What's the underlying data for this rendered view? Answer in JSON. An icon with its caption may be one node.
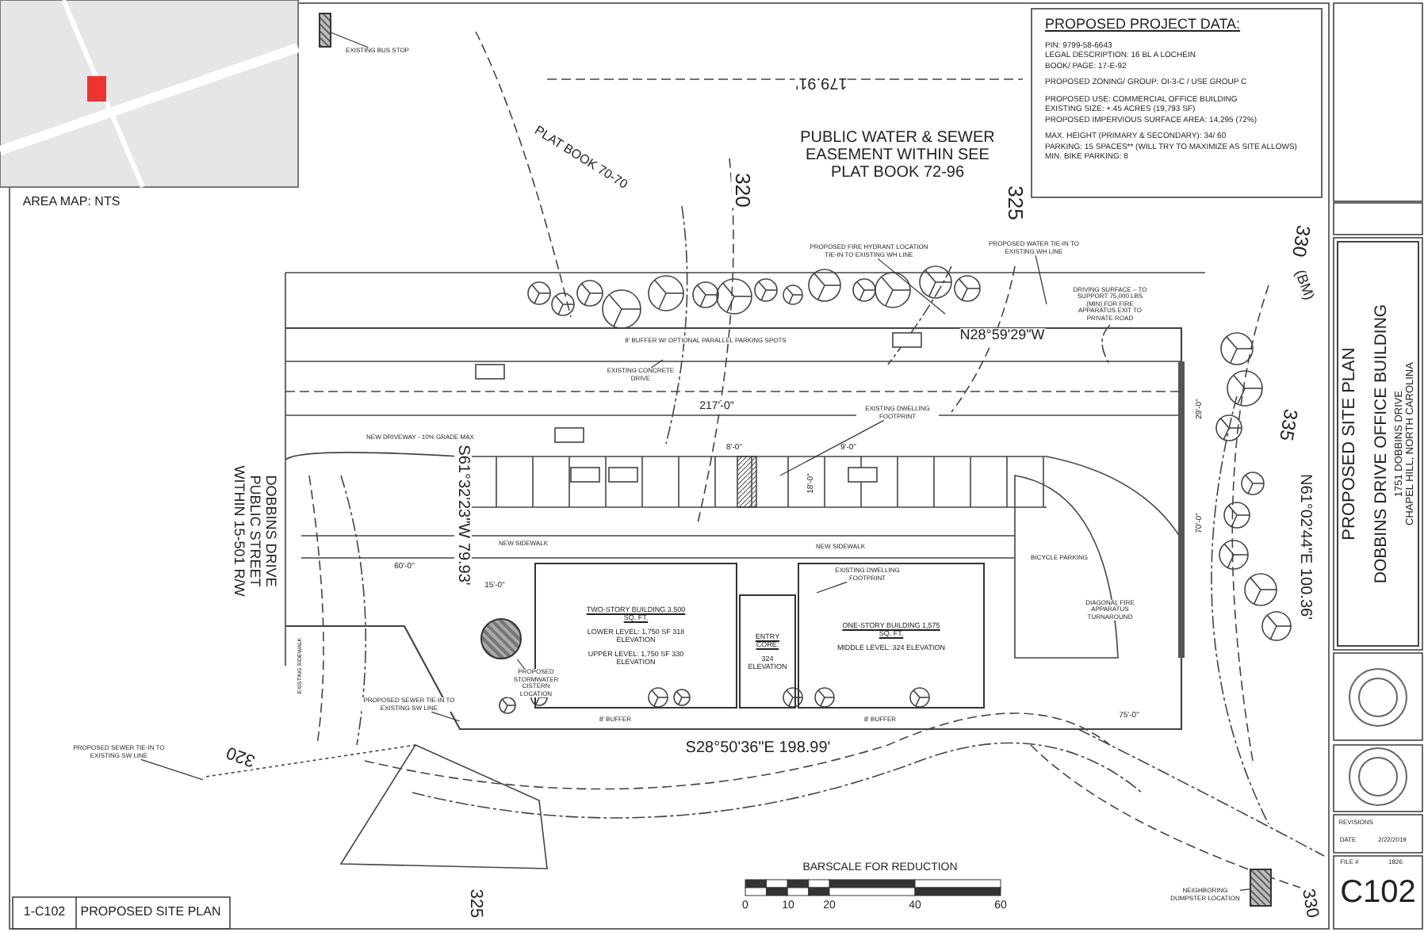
{
  "diagram": {
    "nodes": [
      {
        "text": [
          "PROPOSED PROJECT DATA:",
          "PIN: 9799-58-6643",
          "LEGAL DESCRIPTION: 16 BL A LOCHEIN",
          "BOOK/ PAGE: 17-E-92",
          "PROPOSED ZONING/ GROUP: OI-3-C / USE GROUP C",
          "PROPOSED USE: COMMERCIAL OFFICE BUILDING",
          "EXISTING SIZE: +.45 ACRES (19,793 SF)",
          "PROPOSED IMPERVIOUS SURFACE AREA: 14,295 (72%)",
          "MAX. HEIGHT (PRIMARY & SECONDARY): 34/ 60",
          "PARKING: 15 SPACES** (WILL TRY TO MAXIMIZE AS SITE ALLOWS)",
          "MIN. BIKE PARKING: 8"
        ]
      },
      {
        "text": [
          "PROPOSED SITE PLAN",
          "DOBBINS DRIVE OFFICE BUILDING",
          "1751 DOBBINS DRIVE",
          "CHAPEL HILL, NORTH CAROLINA"
        ]
      },
      {
        "text": [
          "TWO-STORY BUILDING 3,500 SQ. FT.",
          "LOWER LEVEL: 1,750 SF 318 ELEVATION",
          "UPPER LEVEL: 1,750 SF 330 ELEVATION"
        ]
      },
      {
        "text": [
          "ENTRY CORE:",
          "324 ELEVATION"
        ]
      },
      {
        "text": [
          "ONE-STORY BUILDING 1,575 SQ. FT.",
          "MIDDLE LEVEL: 324 ELEVATION"
        ]
      },
      {
        "text": [],
        "shape": "circle"
      },
      {
        "text": [
          "PROPOSED STORMWATER CISTERN LOCATION"
        ]
      },
      {
        "text": [
          "EXISTING BUS STOP"
        ]
      },
      {
        "text": [],
        "shape": "box"
      },
      {
        "text": [
          "EXISTING CONCRETE DRIVE"
        ]
      },
      {
        "text": [
          "EXISTING DWELLING FOOTPRINT"
        ]
      },
      {
        "text": [
          "EXISTING DWELLING FOOTPRINT"
        ],
        "in": 4
      },
      {
        "text": [
          "PROPOSED SEWER TIE-IN TO EXISTING SW LINE"
        ]
      },
      {
        "text": [
          "PROPOSED SEWER TIE-IN TO EXISTING SW LINE"
        ]
      },
      {
        "text": [
          "NEIGHBORING DUMPSTER LOCATION"
        ]
      },
      {
        "text": [],
        "shape": "box"
      },
      {
        "text": [
          "PROPOSED FIRE HYDRANT LOCATION TIE-IN TO EXISTING WH LINE"
        ]
      },
      {
        "text": [
          "PROPOSED WATER TIE-IN TO EXISTING WH LINE"
        ]
      }
    ],
    "edges": [
      {
        "from": 6,
        "to": 5,
        "arrow": "none"
      },
      {
        "from": 7,
        "to": 8,
        "arrow": "none"
      },
      {
        "from": 9,
        "to": null,
        "arrow": "none"
      },
      {
        "from": 10,
        "to": null,
        "arrow": "none"
      },
      {
        "from": 11,
        "to": null,
        "arrow": "none"
      },
      {
        "from": 12,
        "to": null,
        "arrow": "none"
      },
      {
        "from": 13,
        "to": null,
        "arrow": "none"
      },
      {
        "from": 14,
        "to": 15,
        "arrow": "none"
      },
      {
        "from": 16,
        "to": null,
        "arrow": "none"
      },
      {
        "from": 17,
        "to": null,
        "arrow": "none"
      }
    ],
    "labels": [
      "AREA MAP: NTS",
      "PUBLIC WATER & SEWER EASEMENT WITHIN SEE PLAT BOOK 72-96",
      "PLAT BOOK 70-70",
      "179.91'",
      "320",
      "325",
      "330",
      "(BM)",
      "335",
      "N28°59'29\"W",
      "217'-0\"",
      "NEW DRIVEWAY - 10% GRADE MAX",
      "NEW SIDEWALK",
      "NEW SIDEWALK",
      "S61°32'23\"W 79.93'",
      "60'-0\"",
      "15'-0\"",
      "N61°02'44\"E 100.36'",
      "S28°50'36\"E 198.99'",
      "75'-0\"",
      "70'-0\"",
      "29'-0\"",
      "18'-0\"",
      "8'-0\"",
      "9'-0\"",
      "DOBBINS DRIVE PUBLIC STREET WITHIN 15-501 R/W",
      "8' BUFFER W/ OPTIONAL PARALLEL PARKING SPOTS",
      "8' BUFFER",
      "8' BUFFER",
      "BICYCLE PARKING",
      "DRIVING SURFACE – TO SUPPORT 75,000 LBS (MIN) FOR FIRE APPARATUS EXIT TO PRIVATE ROAD",
      "DIAGONAL FIRE APPARATUS TURNAROUND",
      "BARSCALE FOR REDUCTION",
      "0",
      "10",
      "20",
      "40",
      "60",
      "1-C102",
      "PROPOSED SITE PLAN",
      "C102",
      "REVISIONS",
      "DATE",
      "2/22/2019",
      "FILE #",
      "1826",
      "320",
      "325",
      "330",
      "EXISTING SIDEWALK"
    ]
  }
}
